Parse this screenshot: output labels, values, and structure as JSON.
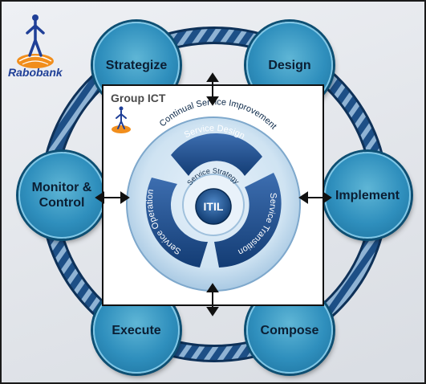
{
  "brand": {
    "name": "Rabobank"
  },
  "frame": {
    "title": "Group ICT"
  },
  "phases": {
    "strategize": "Strategize",
    "design": "Design",
    "implement": "Implement",
    "compose": "Compose",
    "execute": "Execute",
    "monitor_line1": "Monitor &",
    "monitor_line2": "Control"
  },
  "itil": {
    "center": "ITIL",
    "service_strategy": "Service Strategy",
    "service_design": "Service Design",
    "service_transition": "Service Transition",
    "service_operation": "Service Operation",
    "continual_improvement": "Continual Service Improvement"
  },
  "colors": {
    "node_fill": "#2f8fbd",
    "ring_dark": "#123f72",
    "ring_light": "#cfe3f2",
    "brand_orange": "#f18e1c",
    "brand_blue": "#1f3f97"
  },
  "icons": [
    "rabobank-logo",
    "double-arrow-icon"
  ]
}
